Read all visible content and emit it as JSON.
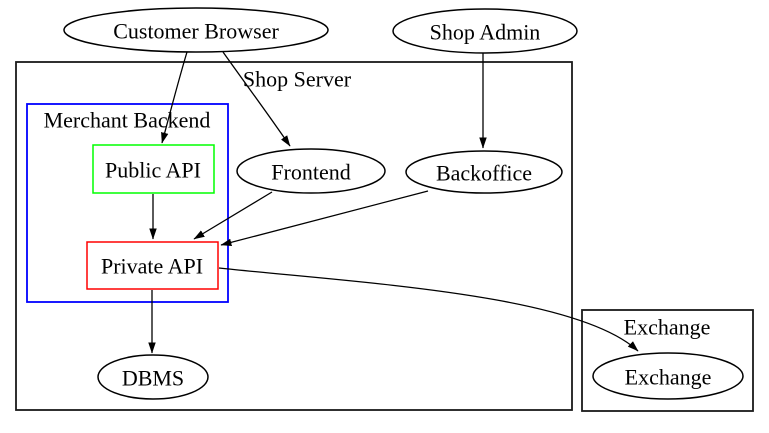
{
  "diagram": {
    "type": "directed-graph",
    "background": "#ffffff"
  },
  "clusters": {
    "shop_server": {
      "label": "Shop Server",
      "border_color": "#1a1a1a"
    },
    "merchant_backend": {
      "label": "Merchant Backend",
      "border_color": "#0000ff"
    },
    "exchange": {
      "label": "Exchange",
      "border_color": "#1a1a1a"
    }
  },
  "nodes": {
    "customer_browser": {
      "label": "Customer Browser",
      "shape": "ellipse",
      "border_color": "#000000"
    },
    "shop_admin": {
      "label": "Shop Admin",
      "shape": "ellipse",
      "border_color": "#000000"
    },
    "public_api": {
      "label": "Public API",
      "shape": "box",
      "border_color": "#00ff00"
    },
    "frontend": {
      "label": "Frontend",
      "shape": "ellipse",
      "border_color": "#000000"
    },
    "backoffice": {
      "label": "Backoffice",
      "shape": "ellipse",
      "border_color": "#000000"
    },
    "private_api": {
      "label": "Private API",
      "shape": "box",
      "border_color": "#ff0000"
    },
    "dbms": {
      "label": "DBMS",
      "shape": "ellipse",
      "border_color": "#000000"
    },
    "exchange_node": {
      "label": "Exchange",
      "shape": "ellipse",
      "border_color": "#000000"
    }
  },
  "edges": [
    {
      "from": "Customer Browser",
      "to": "Public API"
    },
    {
      "from": "Customer Browser",
      "to": "Frontend"
    },
    {
      "from": "Shop Admin",
      "to": "Backoffice"
    },
    {
      "from": "Public API",
      "to": "Private API"
    },
    {
      "from": "Frontend",
      "to": "Private API"
    },
    {
      "from": "Backoffice",
      "to": "Private API"
    },
    {
      "from": "Private API",
      "to": "DBMS"
    },
    {
      "from": "Private API",
      "to": "Exchange"
    }
  ],
  "colors": {
    "edge": "#000000",
    "text": "#000000",
    "background": "#ffffff",
    "cluster_border": "#1a1a1a",
    "merchant_backend_border": "#0000ff",
    "public_api_border": "#00ff00",
    "private_api_border": "#ff0000"
  }
}
